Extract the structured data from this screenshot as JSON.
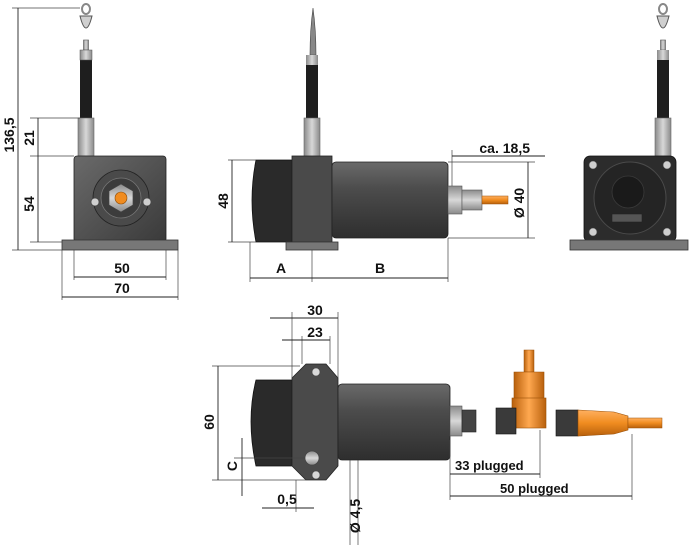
{
  "dimensions": {
    "top_left": {
      "overall_height": "136,5",
      "upper_height": "21",
      "body_height": "54",
      "hole_spacing": "50",
      "base_width": "70"
    },
    "top_middle": {
      "height": "48",
      "cable_exit": "ca.  18,5",
      "diameter": "Ø 40",
      "length_a": "A",
      "length_b": "B"
    },
    "bottom": {
      "width_outer": "30",
      "width_inner": "23",
      "height": "60",
      "offset_c": "C",
      "gap": "0,5",
      "hole_diameter": "Ø 4,5",
      "plugged_33": "33 plugged",
      "plugged_50": "50 plugged"
    }
  },
  "colors": {
    "housing_dark": "#3a3a3a",
    "housing_mid": "#555555",
    "cylinder": "#4a4a4a",
    "connector_orange": "#f08c20",
    "cable_black": "#1e1e1e",
    "steel": "#b8b8b8",
    "base": "#6b6b6b"
  }
}
